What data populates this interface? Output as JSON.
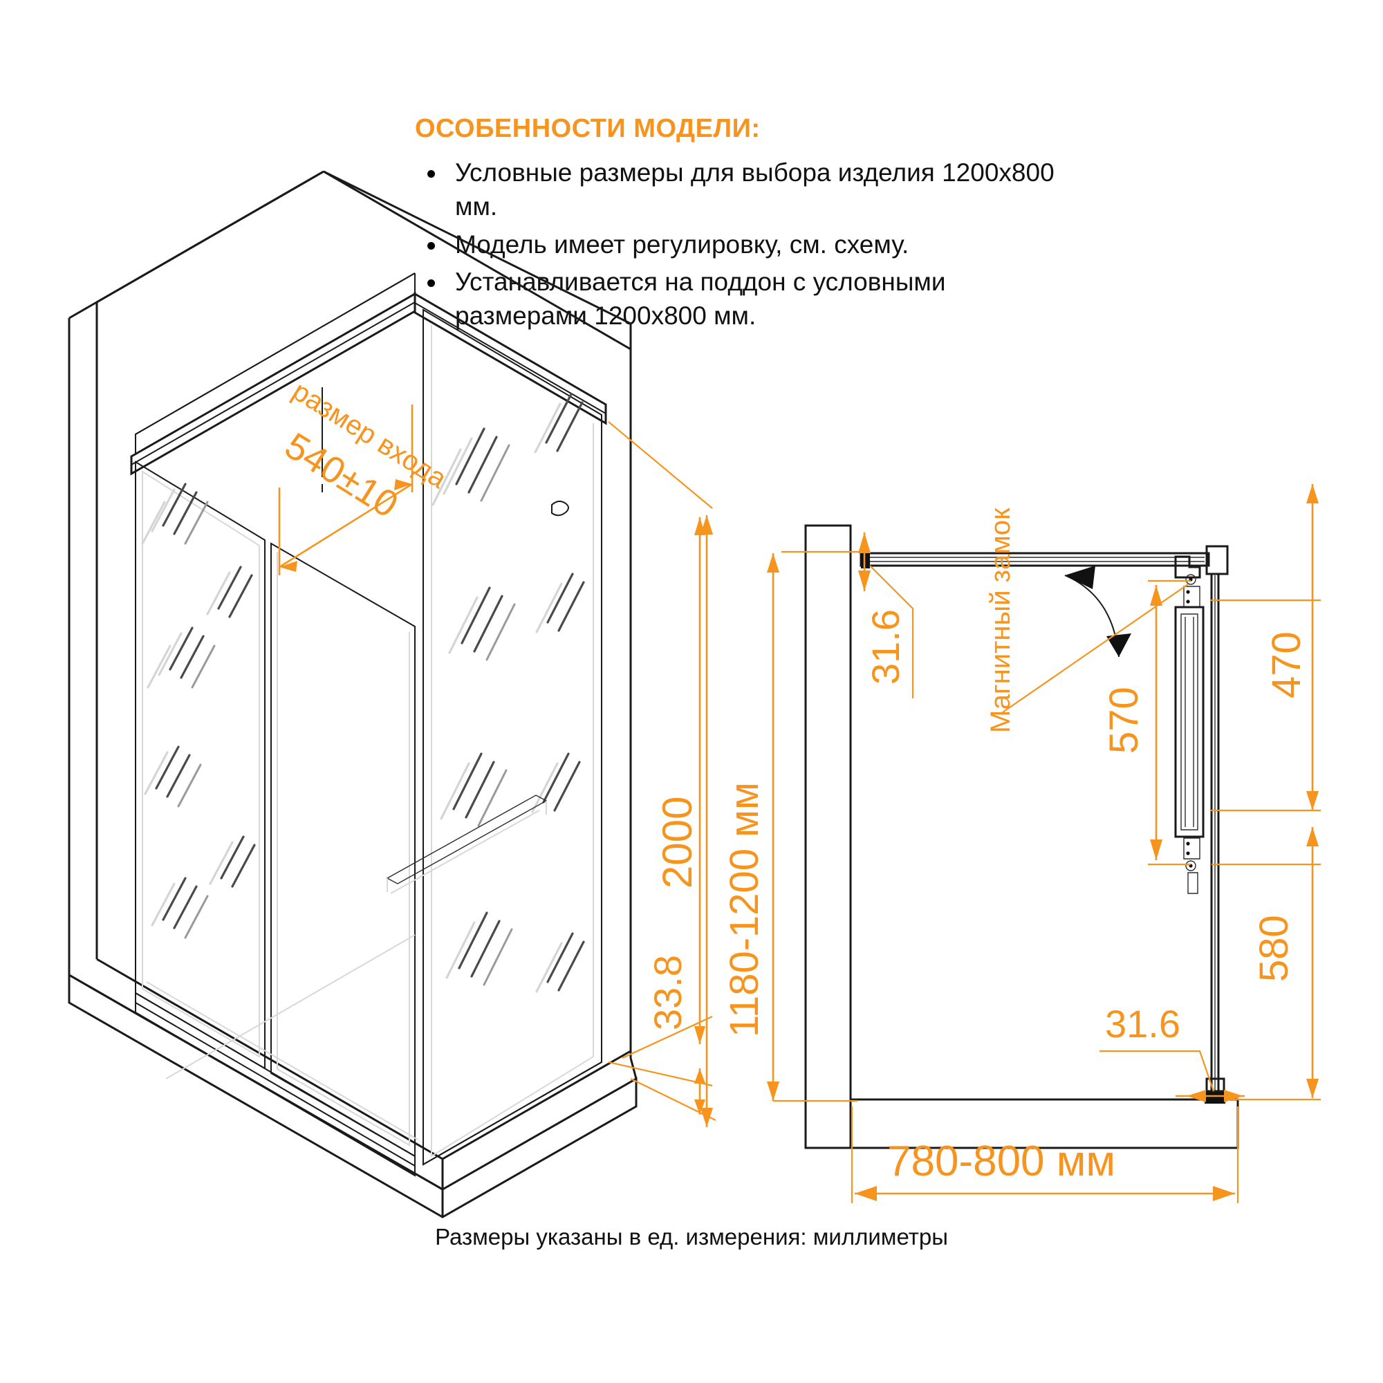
{
  "features": {
    "title": "ОСОБЕННОСТИ МОДЕЛИ:",
    "items": [
      "Условные размеры для выбора изделия 1200х800 мм.",
      "Модель имеет регулировку, см. схему.",
      "Устанавливается на поддон с условными размерами 1200х800 мм."
    ]
  },
  "iso_view": {
    "entrance_label": "размер входа",
    "entrance_value": "540±10",
    "height_value": "2000",
    "sill_value": "33.8",
    "total_height": "1180-1200 мм"
  },
  "top_view": {
    "profile_top": "31.6",
    "profile_bottom": "31.6",
    "magnet_label": "Магнитный замок",
    "door_open": "570",
    "panel_upper": "470",
    "panel_lower": "580",
    "width": "780-800 мм"
  },
  "footer": {
    "note": "Размеры указаны в ед. измерения: миллиметры"
  },
  "colors": {
    "accent": "#F7941E",
    "line": "#1a1a1a",
    "text": "#111111",
    "background": "#ffffff"
  }
}
